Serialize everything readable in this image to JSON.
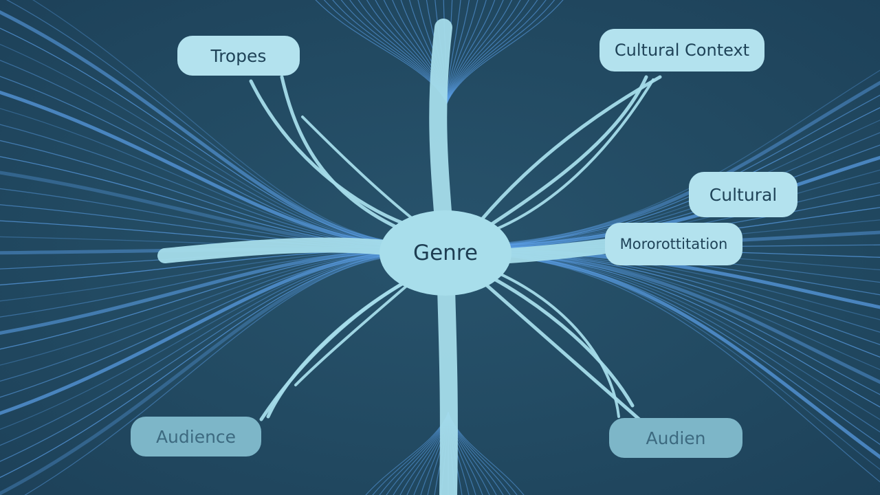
{
  "diagram": {
    "center": {
      "label": "Genre"
    },
    "nodes": [
      {
        "id": "tropes",
        "label": "Tropes"
      },
      {
        "id": "cultural-context",
        "label": "Cultural Context"
      },
      {
        "id": "cultural",
        "label": "Cultural"
      },
      {
        "id": "mororottitation",
        "label": "Mororottitation"
      },
      {
        "id": "audience-left",
        "label": "Audience"
      },
      {
        "id": "audien-right",
        "label": "Audien"
      }
    ]
  },
  "colors": {
    "background": "#224a62",
    "branch": "#a5dcea",
    "strands": "#5a9ee6",
    "node_fill": "#b3e2ee",
    "node_fill_faded": "#7db6c8",
    "text": "#1f4358"
  }
}
